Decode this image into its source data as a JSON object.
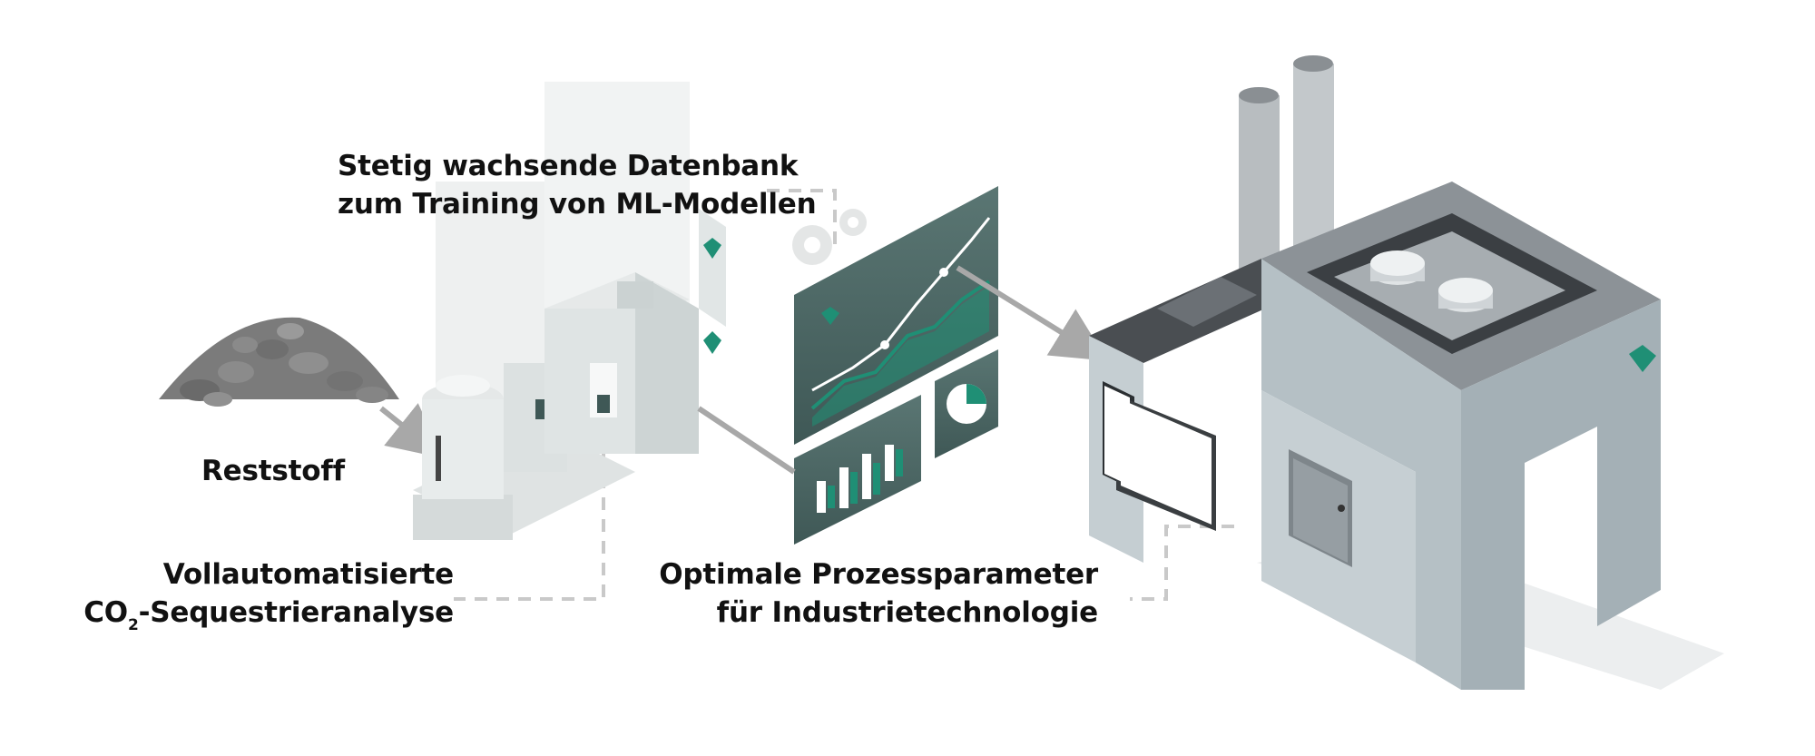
{
  "labels": {
    "database": {
      "line1": "Stetig wachsende Datenbank",
      "line2": "zum Training von ML-Modellen"
    },
    "residue": "Reststoff",
    "analysis": {
      "line1": "Vollautomatisierte",
      "line2_prefix": "CO",
      "line2_sub": "2",
      "line2_suffix": "-Sequestrieranalyse"
    },
    "process": {
      "line1": "Optimale Prozessparameter",
      "line2": "für Industrietechnologie"
    }
  },
  "colors": {
    "accent": "#1f8f75",
    "panel": "#4a6563",
    "factory": "#b9c3c7",
    "dashed": "#c6c6c6"
  },
  "icons": [
    "rock-pile",
    "analysis-machine",
    "gear",
    "dashboard-panel",
    "factory",
    "brand-crystal"
  ]
}
